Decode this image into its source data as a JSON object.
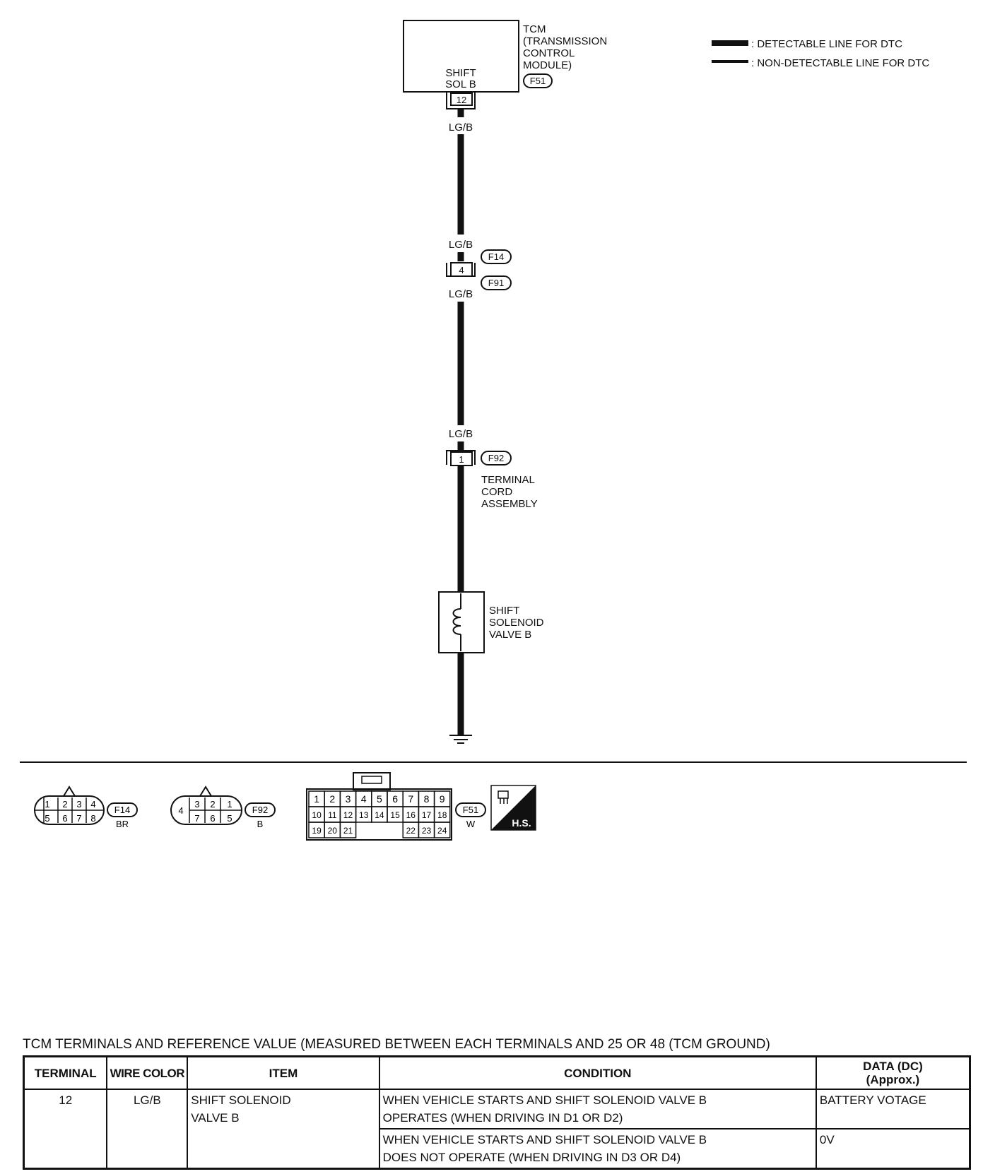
{
  "legend": {
    "detectable": ": DETECTABLE LINE FOR DTC",
    "non_detectable": ": NON-DETECTABLE LINE FOR DTC"
  },
  "tcm": {
    "line1": "TCM",
    "line2": "(TRANSMISSION",
    "line3": "CONTROL",
    "line4": "MODULE)",
    "connector": "F51",
    "pin_label_1": "SHIFT",
    "pin_label_2": "SOL B",
    "pin": "12"
  },
  "wire": {
    "color": "LG/B"
  },
  "junction": {
    "pin": "4",
    "connector_top": "F14",
    "connector_bottom": "F91"
  },
  "terminal_cord": {
    "pin": "1",
    "connector": "F92",
    "line1": "TERMINAL",
    "line2": "CORD",
    "line3": "ASSEMBLY"
  },
  "solenoid": {
    "line1": "SHIFT",
    "line2": "SOLENOID",
    "line3": "VALVE B"
  },
  "connectors": {
    "f14": {
      "name": "F14",
      "color": "BR",
      "top": [
        "1",
        "2",
        "3",
        "4"
      ],
      "bottom": [
        "5",
        "6",
        "7",
        "8"
      ]
    },
    "f92": {
      "name": "F92",
      "color": "B",
      "top": [
        "4",
        "3",
        "2",
        "1"
      ],
      "bottom": [
        "7",
        "6",
        "5"
      ]
    },
    "f51": {
      "name": "F51",
      "color": "W",
      "row1": [
        "1",
        "2",
        "3",
        "4",
        "5",
        "6",
        "7",
        "8",
        "9"
      ],
      "row2": [
        "10",
        "11",
        "12",
        "13",
        "14",
        "15",
        "16",
        "17",
        "18"
      ],
      "row3a": [
        "19",
        "20",
        "21"
      ],
      "row3b": [
        "22",
        "23",
        "24"
      ]
    },
    "hs": "H.S."
  },
  "table": {
    "title": "TCM TERMINALS AND REFERENCE VALUE (MEASURED BETWEEN EACH TERMINALS AND 25 OR 48 (TCM GROUND)",
    "headers": {
      "terminal": "TERMINAL",
      "wire_color": "WIRE COLOR",
      "item": "ITEM",
      "condition": "CONDITION",
      "data_1": "DATA (DC)",
      "data_2": "(Approx.)"
    },
    "row": {
      "terminal": "12",
      "wire_color": "LG/B",
      "item_1": "SHIFT SOLENOID",
      "item_2": "VALVE B",
      "cond1_1": "WHEN VEHICLE STARTS AND SHIFT SOLENOID VALVE B",
      "cond1_2": "OPERATES (WHEN DRIVING IN D1 OR D2)",
      "data1": "BATTERY VOTAGE",
      "cond2_1": "WHEN VEHICLE STARTS AND SHIFT SOLENOID VALVE B",
      "cond2_2": "DOES NOT OPERATE (WHEN DRIVING IN D3 OR D4)",
      "data2": "0V"
    }
  }
}
